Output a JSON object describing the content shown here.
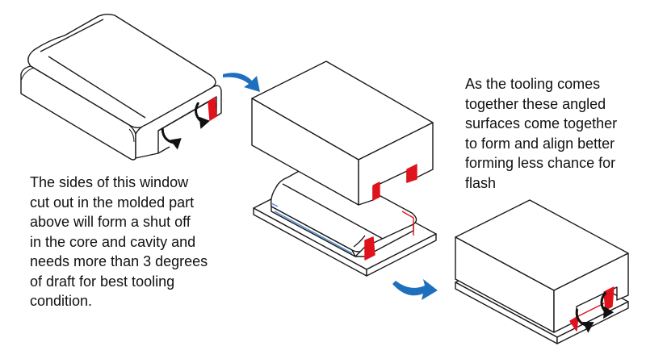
{
  "captions": {
    "left": [
      "The sides of this window",
      "cut out in the molded part",
      "above will form a shut off",
      "in the core and cavity and",
      "needs more than 3 degrees",
      "of draft for best tooling",
      "condition."
    ],
    "right": [
      "As the tooling comes",
      "together these angled",
      "surfaces come together",
      "to form and align better",
      "forming less chance for",
      "flash"
    ]
  },
  "colors": {
    "outline": "#1a1a1a",
    "face": "#ffffff",
    "shutoff_red": "#e0121b",
    "flow_arrow_blue": "#1f6fbf",
    "parting_line_blue": "#4a8fd6",
    "callout_arrow": "#111111"
  },
  "icons": {
    "flow_arrow": "curved-arrow-icon",
    "callout_arrow": "curved-pointer-arrow-icon"
  }
}
